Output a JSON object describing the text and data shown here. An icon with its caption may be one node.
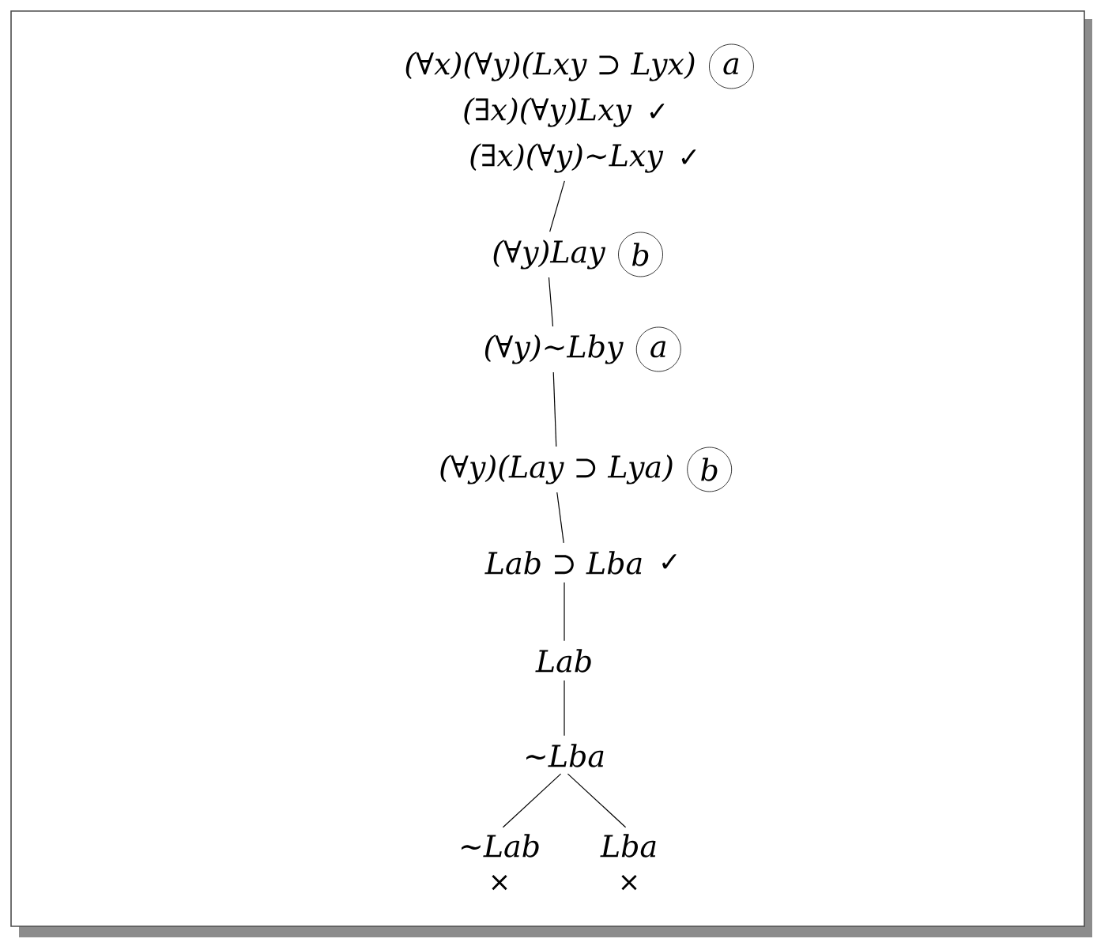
{
  "diagram": {
    "nodes": [
      {
        "text": [
          "(∀x)(∀y)(Lxy ⊃ Lyx)"
        ],
        "beside": [
          "a"
        ]
      },
      {
        "text": [
          "(∃x)(∀y)Lxy"
        ],
        "beside": [
          "✓"
        ]
      },
      {
        "text": [
          "(∃x)(∀y)~Lxy"
        ],
        "beside": [
          "✓"
        ]
      },
      {
        "text": [
          "(∀y)Lay"
        ],
        "beside": [
          "b"
        ]
      },
      {
        "text": [
          "(∀y)~Lby"
        ],
        "beside": [
          "a"
        ]
      },
      {
        "text": [
          "(∀y)(Lay ⊃ Lya)"
        ],
        "beside": [
          "b"
        ]
      },
      {
        "text": [
          "Lab ⊃ Lba"
        ],
        "beside": [
          "✓"
        ]
      },
      {
        "text": [
          "Lab"
        ]
      },
      {
        "text": [
          "~Lba"
        ]
      },
      {
        "text": [
          "~Lab"
        ],
        "beside": [
          "×"
        ]
      },
      {
        "text": [
          "Lba"
        ],
        "beside": [
          "×"
        ]
      }
    ],
    "edges": [
      {
        "from": 2,
        "to": 3,
        "arrow": "none"
      },
      {
        "from": 3,
        "to": 4,
        "arrow": "none"
      },
      {
        "from": 4,
        "to": 5,
        "arrow": "none"
      },
      {
        "from": 5,
        "to": 6,
        "arrow": "none"
      },
      {
        "from": 6,
        "to": 7,
        "arrow": "none"
      },
      {
        "from": 7,
        "to": 8,
        "arrow": "none"
      },
      {
        "from": 8,
        "to": 9,
        "arrow": "none"
      },
      {
        "from": 8,
        "to": 10,
        "arrow": "none"
      }
    ]
  }
}
